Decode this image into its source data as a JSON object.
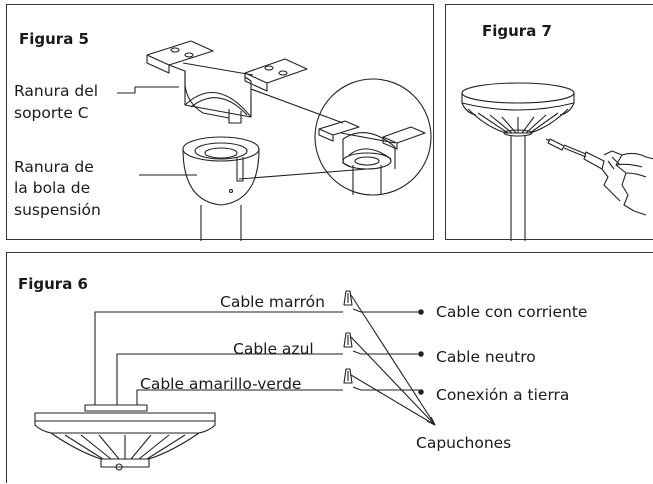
{
  "figure5": {
    "title": "Figura 5",
    "label_c_slot": [
      "Ranura del",
      "soporte C"
    ],
    "label_ball_slot": [
      "Ranura de",
      "la bola de",
      "suspensión"
    ]
  },
  "figure7": {
    "title": "Figura 7"
  },
  "figure6": {
    "title": "Figura 6",
    "wire_brown": "Cable marrón",
    "wire_blue": "Cable azul",
    "wire_yellow_green": "Cable amarillo-verde",
    "supply_live": "Cable con corriente",
    "supply_neutral": "Cable neutro",
    "supply_ground": "Conexión a tierra",
    "caps": "Capuchones"
  }
}
